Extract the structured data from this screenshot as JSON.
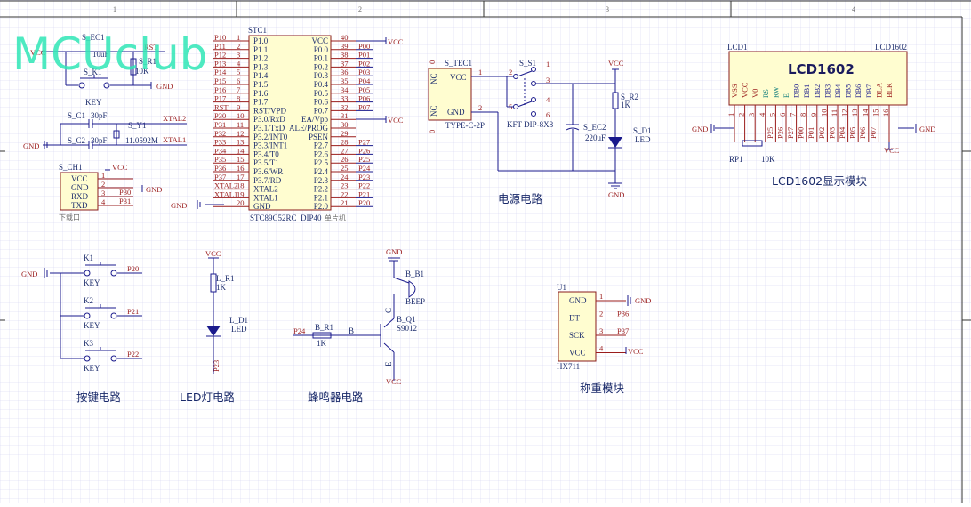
{
  "logo": {
    "text": "MCUclub"
  },
  "frame": {
    "col_labels": [
      "1",
      "2",
      "3",
      "4"
    ]
  },
  "captions": {
    "power": "电源电路",
    "lcd_module": "LCD1602显示模块",
    "keys": "按键电路",
    "led": "LED灯电路",
    "buzzer": "蜂鸣器电路",
    "weigh": "称重模块"
  },
  "mcu": {
    "ref": "STC1",
    "part": "STC89C52RC_DIP40",
    "desc": "单片机",
    "left_names": [
      "P1.0",
      "P1.1",
      "P1.2",
      "P1.3",
      "P1.4",
      "P1.5",
      "P1.6",
      "P1.7",
      "RST/VPD",
      "P3.0/RxD",
      "P3.1/TxD",
      "P3.2/INT0",
      "P3.3/INT1",
      "P3.4/T0",
      "P3.5/T1",
      "P3.6/WR",
      "P3.7/RD",
      "XTAL2",
      "XTAL1",
      "GND"
    ],
    "left_nums": [
      "1",
      "2",
      "3",
      "4",
      "5",
      "6",
      "7",
      "8",
      "9",
      "10",
      "11",
      "12",
      "13",
      "14",
      "15",
      "16",
      "17",
      "18",
      "19",
      "20"
    ],
    "left_nets": [
      "P10",
      "P11",
      "P12",
      "P13",
      "P14",
      "P15",
      "P16",
      "P17",
      "RST",
      "P30",
      "P31",
      "P32",
      "P33",
      "P34",
      "P35",
      "P36",
      "P37",
      "XTAL2",
      "XTAL1",
      ""
    ],
    "right_names": [
      "VCC",
      "P0.0",
      "P0.1",
      "P0.2",
      "P0.3",
      "P0.4",
      "P0.5",
      "P0.6",
      "P0.7",
      "EA/Vpp",
      "ALE/PROG",
      "PSEN",
      "P2.7",
      "P2.6",
      "P2.5",
      "P2.4",
      "P2.3",
      "P2.2",
      "P2.1",
      "P2.0"
    ],
    "right_nums": [
      "40",
      "39",
      "38",
      "37",
      "36",
      "35",
      "34",
      "33",
      "32",
      "31",
      "30",
      "29",
      "28",
      "27",
      "26",
      "25",
      "24",
      "23",
      "22",
      "21"
    ],
    "right_nets": [
      "",
      "P00",
      "P01",
      "P02",
      "P03",
      "P04",
      "P05",
      "P06",
      "P07",
      "",
      "",
      "",
      "P27",
      "P26",
      "P25",
      "P24",
      "P23",
      "P22",
      "P21",
      "P20"
    ]
  },
  "nets": {
    "vcc": "VCC",
    "gnd": "GND",
    "xtal1": "XTAL1",
    "xtal2": "XTAL2",
    "rst": "RST",
    "p30": "P30",
    "p31": "P31"
  },
  "reset": {
    "key_ref": "S_K1",
    "key_type": "KEY",
    "res_ref": "S_R1",
    "res_val": "10K",
    "cap_val": "10uF",
    "cap_ref": "S_EC1"
  },
  "crystal": {
    "c1_ref": "S_C1",
    "c1_val": "30pF",
    "c2_ref": "S_C2",
    "c2_val": "30pF",
    "y_ref": "S_Y1",
    "y_val": "11.0592M"
  },
  "download": {
    "ref": "S_CH1",
    "pins": [
      "VCC",
      "GND",
      "RXD",
      "TXD"
    ],
    "nums": [
      "1",
      "2",
      "3",
      "4"
    ],
    "desc": "下载口"
  },
  "power": {
    "conn_ref": "S_TEC1",
    "conn_part": "TYPE-C-2P",
    "conn_pins": [
      "VCC",
      "GND"
    ],
    "nc": [
      "NC",
      "NC"
    ],
    "pin_nums": [
      "1",
      "2"
    ],
    "side_nums": [
      "0",
      "0"
    ],
    "sw_ref": "S_S1",
    "sw_part": "KFT DIP-8X8",
    "sw_pins": [
      "1",
      "2",
      "3",
      "4",
      "5",
      "6"
    ],
    "cap_ref": "S_EC2",
    "cap_val": "220uF",
    "r_ref": "S_R2",
    "r_val": "1K",
    "led_ref": "S_D1",
    "led_type": "LED"
  },
  "lcd": {
    "ref": "LCD1",
    "part": "LCD1602",
    "label": "LCD1602",
    "pins": [
      "VSS",
      "VCC",
      "V0",
      "RS",
      "RW",
      "E",
      "DB0",
      "DB1",
      "DB2",
      "DB3",
      "DB4",
      "DB5",
      "DB6",
      "DB7",
      "BLA",
      "BLK"
    ],
    "nums": [
      "1",
      "2",
      "3",
      "4",
      "5",
      "6",
      "7",
      "8",
      "9",
      "10",
      "11",
      "12",
      "13",
      "14",
      "15",
      "16"
    ],
    "nets": [
      "",
      "",
      "",
      "P25",
      "P26",
      "P27",
      "P00",
      "P01",
      "P02",
      "P03",
      "P04",
      "P05",
      "P06",
      "P07",
      "",
      ""
    ],
    "pot_ref": "RP1",
    "pot_val": "10K"
  },
  "keys": {
    "refs": [
      "K1",
      "K2",
      "K3"
    ],
    "type": "KEY",
    "nets": [
      "P20",
      "P21",
      "P22"
    ]
  },
  "led": {
    "r_ref": "L_R1",
    "r_val": "1K",
    "d_ref": "L_D1",
    "d_type": "LED",
    "net": "P23"
  },
  "buzzer": {
    "b_ref": "B_B1",
    "b_type": "BEEP",
    "q_ref": "B_Q1",
    "q_part": "S9012",
    "r_ref": "B_R1",
    "r_val": "1K",
    "net": "P24",
    "pins": [
      "B",
      "C",
      "E"
    ]
  },
  "hx711": {
    "ref": "U1",
    "part": "HX711",
    "pins": [
      "GND",
      "DT",
      "SCK",
      "VCC"
    ],
    "nums": [
      "1",
      "2",
      "3",
      "4"
    ],
    "nets": [
      "",
      "P36",
      "P37",
      ""
    ]
  }
}
